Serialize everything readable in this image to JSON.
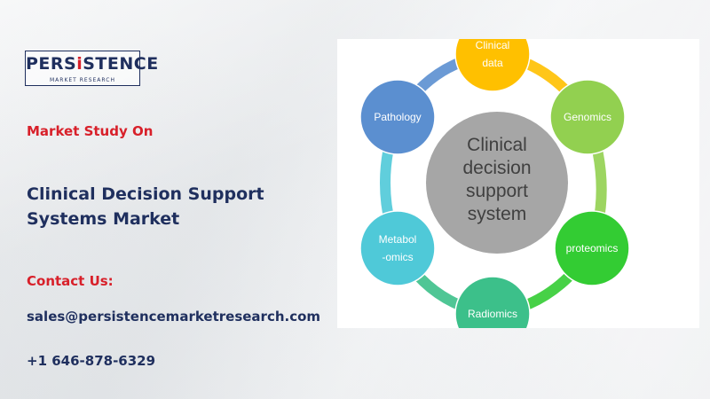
{
  "logo": {
    "main_prefix": "PERS",
    "main_accent": "i",
    "main_suffix": "STENCE",
    "sub": "MARKET RESEARCH"
  },
  "left_panel": {
    "study_label": "Market Study On",
    "title_line1": "Clinical Decision Support",
    "title_line2": "Systems Market",
    "contact_label": "Contact Us:",
    "email": "sales@persistencemarketresearch.com",
    "phone": "+1 646-878-6329"
  },
  "diagram": {
    "center": [
      "Clinical",
      "decision",
      "support",
      "system"
    ],
    "nodes": [
      {
        "lines": [
          "Clinical",
          "data"
        ],
        "color": "#ffc000"
      },
      {
        "lines": [
          "Genomics"
        ],
        "color": "#92d050"
      },
      {
        "lines": [
          "proteomics"
        ],
        "color": "#33cc33"
      },
      {
        "lines": [
          "Radiomics"
        ],
        "color": "#3cc08a"
      },
      {
        "lines": [
          "Metabol",
          "-omics"
        ],
        "color": "#4fc9d8"
      },
      {
        "lines": [
          "Pathology"
        ],
        "color": "#5b8fd0"
      }
    ]
  },
  "colors": {
    "navy": "#1f2f5e",
    "red": "#d8202a",
    "center_gray": "#a6a6a6"
  }
}
